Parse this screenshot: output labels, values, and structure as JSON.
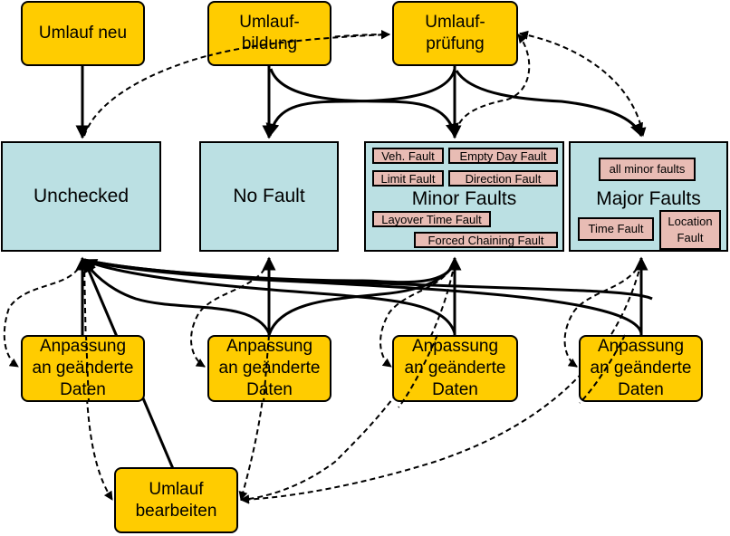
{
  "diagram": {
    "actions": {
      "umlauf_neu": "Umlauf neu",
      "umlauf_bildung": "Umlauf-\nbildung",
      "umlauf_pruefung": "Umlauf-\nprüfung",
      "anpassung": "Anpassung\nan geänderte\nDaten",
      "umlauf_bearbeiten": "Umlauf\nbearbeiten"
    },
    "states": {
      "unchecked": "Unchecked",
      "no_fault": "No Fault",
      "minor_faults": {
        "title": "Minor Faults",
        "faults": [
          "Veh. Fault",
          "Empty Day Fault",
          "Limit Fault",
          "Direction Fault",
          "Layover Time Fault",
          "Forced Chaining Fault"
        ]
      },
      "major_faults": {
        "title": "Major Faults",
        "faults": [
          "all minor faults",
          "Time Fault",
          "Location\nFault"
        ]
      }
    },
    "colors": {
      "action_fill": "#ffcc00",
      "state_fill": "#bbe0e3",
      "fault_fill": "#e8bcb4",
      "line": "#000000"
    }
  }
}
